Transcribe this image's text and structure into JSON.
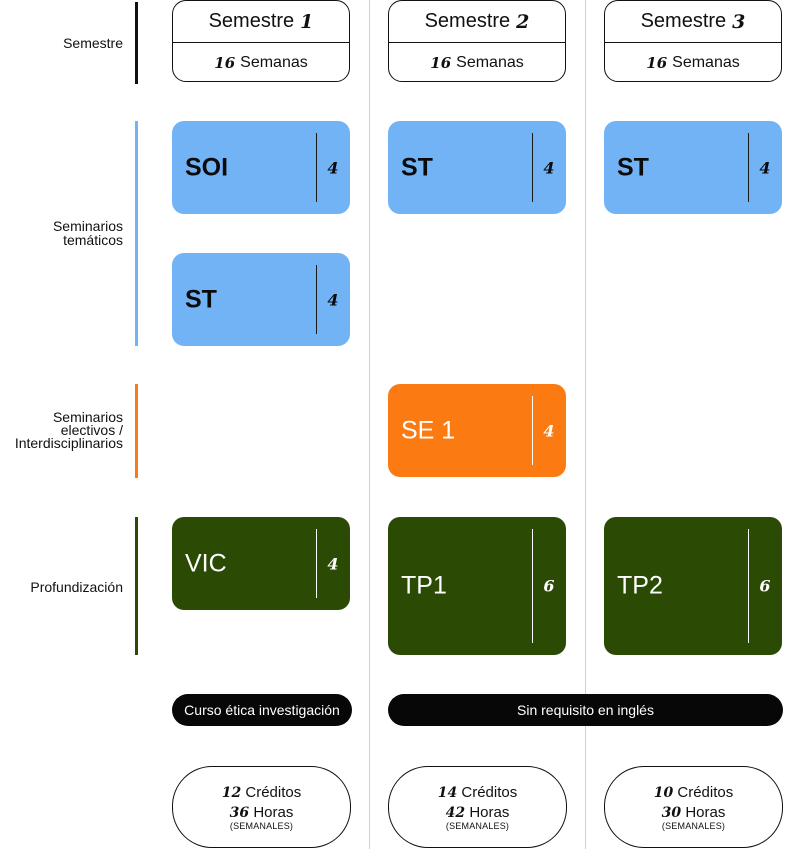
{
  "rows": {
    "semestre": "Semestre",
    "tematicos": [
      "Seminarios",
      "temáticos"
    ],
    "electivos": [
      "Seminarios",
      "electivos /",
      "Interdisciplinarios"
    ],
    "profundizacion": "Profundización"
  },
  "semesters": [
    {
      "label": "Semestre",
      "number": "1",
      "weeks_number": "16",
      "weeks_label": "Semanas"
    },
    {
      "label": "Semestre",
      "number": "2",
      "weeks_number": "16",
      "weeks_label": "Semanas"
    },
    {
      "label": "Semestre",
      "number": "3",
      "weeks_number": "16",
      "weeks_label": "Semanas"
    }
  ],
  "cards": {
    "s1_tem_a": {
      "name": "SOI",
      "credits": "4"
    },
    "s1_tem_b": {
      "name": "ST",
      "credits": "4"
    },
    "s2_tem": {
      "name": "ST",
      "credits": "4"
    },
    "s3_tem": {
      "name": "ST",
      "credits": "4"
    },
    "s2_elec": {
      "name": "SE 1",
      "credits": "4"
    },
    "s1_prof": {
      "name": "VIC",
      "credits": "4"
    },
    "s2_prof": {
      "name": "TP1",
      "credits": "6"
    },
    "s3_prof": {
      "name": "TP2",
      "credits": "6"
    }
  },
  "pills": {
    "etica": "Curso ética investigación",
    "ingles": "Sin requisito en inglés"
  },
  "totals": [
    {
      "credits_number": "12",
      "credits_label": "Créditos",
      "hours_number": "36",
      "hours_label": "Horas",
      "hours_note": "(SEMANALES)"
    },
    {
      "credits_number": "14",
      "credits_label": "Créditos",
      "hours_number": "42",
      "hours_label": "Horas",
      "hours_note": "(SEMANALES)"
    },
    {
      "credits_number": "10",
      "credits_label": "Créditos",
      "hours_number": "30",
      "hours_label": "Horas",
      "hours_note": "(SEMANALES)"
    }
  ],
  "colors": {
    "tematicos": "#72b3f5",
    "electivos": "#fb7b12",
    "profundizacion": "#2b4a04",
    "semestre": "#111111"
  }
}
